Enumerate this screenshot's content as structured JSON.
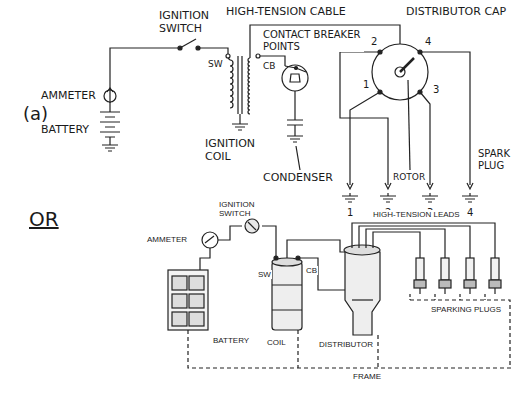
{
  "diagram": {
    "labels": [
      "HIGH-TENSION CABLE",
      "DISTRIBUTOR CAP",
      "IGNITION SWITCH",
      "CONTACT BREAKER POINTS",
      "AMMETER",
      "(a)",
      "BATTERY",
      "SW",
      "CB",
      "IGNITION COIL",
      "2",
      "4",
      "1",
      "3",
      "1",
      "2",
      "3",
      "4",
      "SPARK PLUG",
      "CONDENSER",
      "ROTOR",
      "OR",
      "IGNITION SWITCH",
      "HIGH-TENSION LEADS",
      "AMMETER",
      "SW",
      "CB",
      "BATTERY",
      "COIL",
      "DISTRIBUTOR",
      "SPARKING PLUGS",
      "FRAME"
    ]
  }
}
